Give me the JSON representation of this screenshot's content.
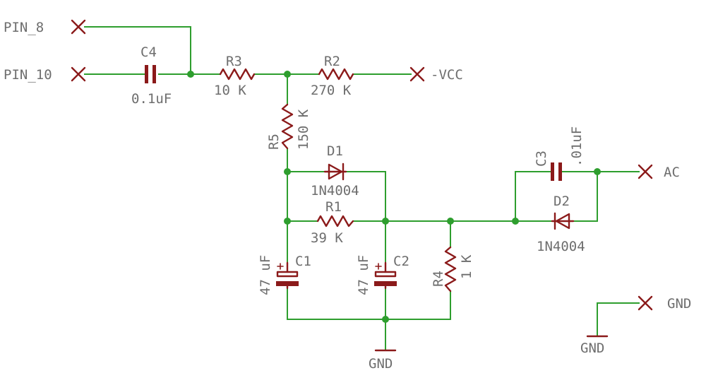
{
  "ports": {
    "pin8": "PIN_8",
    "pin10": "PIN_10",
    "vcc": "-VCC",
    "ac": "AC",
    "gnd_port": "GND"
  },
  "grounds": {
    "main": "GND",
    "right": "GND"
  },
  "components": {
    "c4": {
      "name": "C4",
      "value": "0.1uF"
    },
    "r3": {
      "name": "R3",
      "value": "10 K"
    },
    "r2": {
      "name": "R2",
      "value": "270 K"
    },
    "r5": {
      "name": "R5",
      "value": "150 K"
    },
    "d1": {
      "name": "D1",
      "value": "1N4004"
    },
    "r1": {
      "name": "R1",
      "value": "39 K"
    },
    "c1": {
      "name": "C1",
      "value": "47 uF"
    },
    "c2": {
      "name": "C2",
      "value": "47 uF"
    },
    "r4": {
      "name": "R4",
      "value": "1 K"
    },
    "c3": {
      "name": "C3",
      "value": ".01uF"
    },
    "d2": {
      "name": "D2",
      "value": "1N4004"
    }
  },
  "colors": {
    "wire": "#2e9e2e",
    "component": "#8b1a1a",
    "label": "#6e6e6e",
    "background": "#ffffff"
  }
}
